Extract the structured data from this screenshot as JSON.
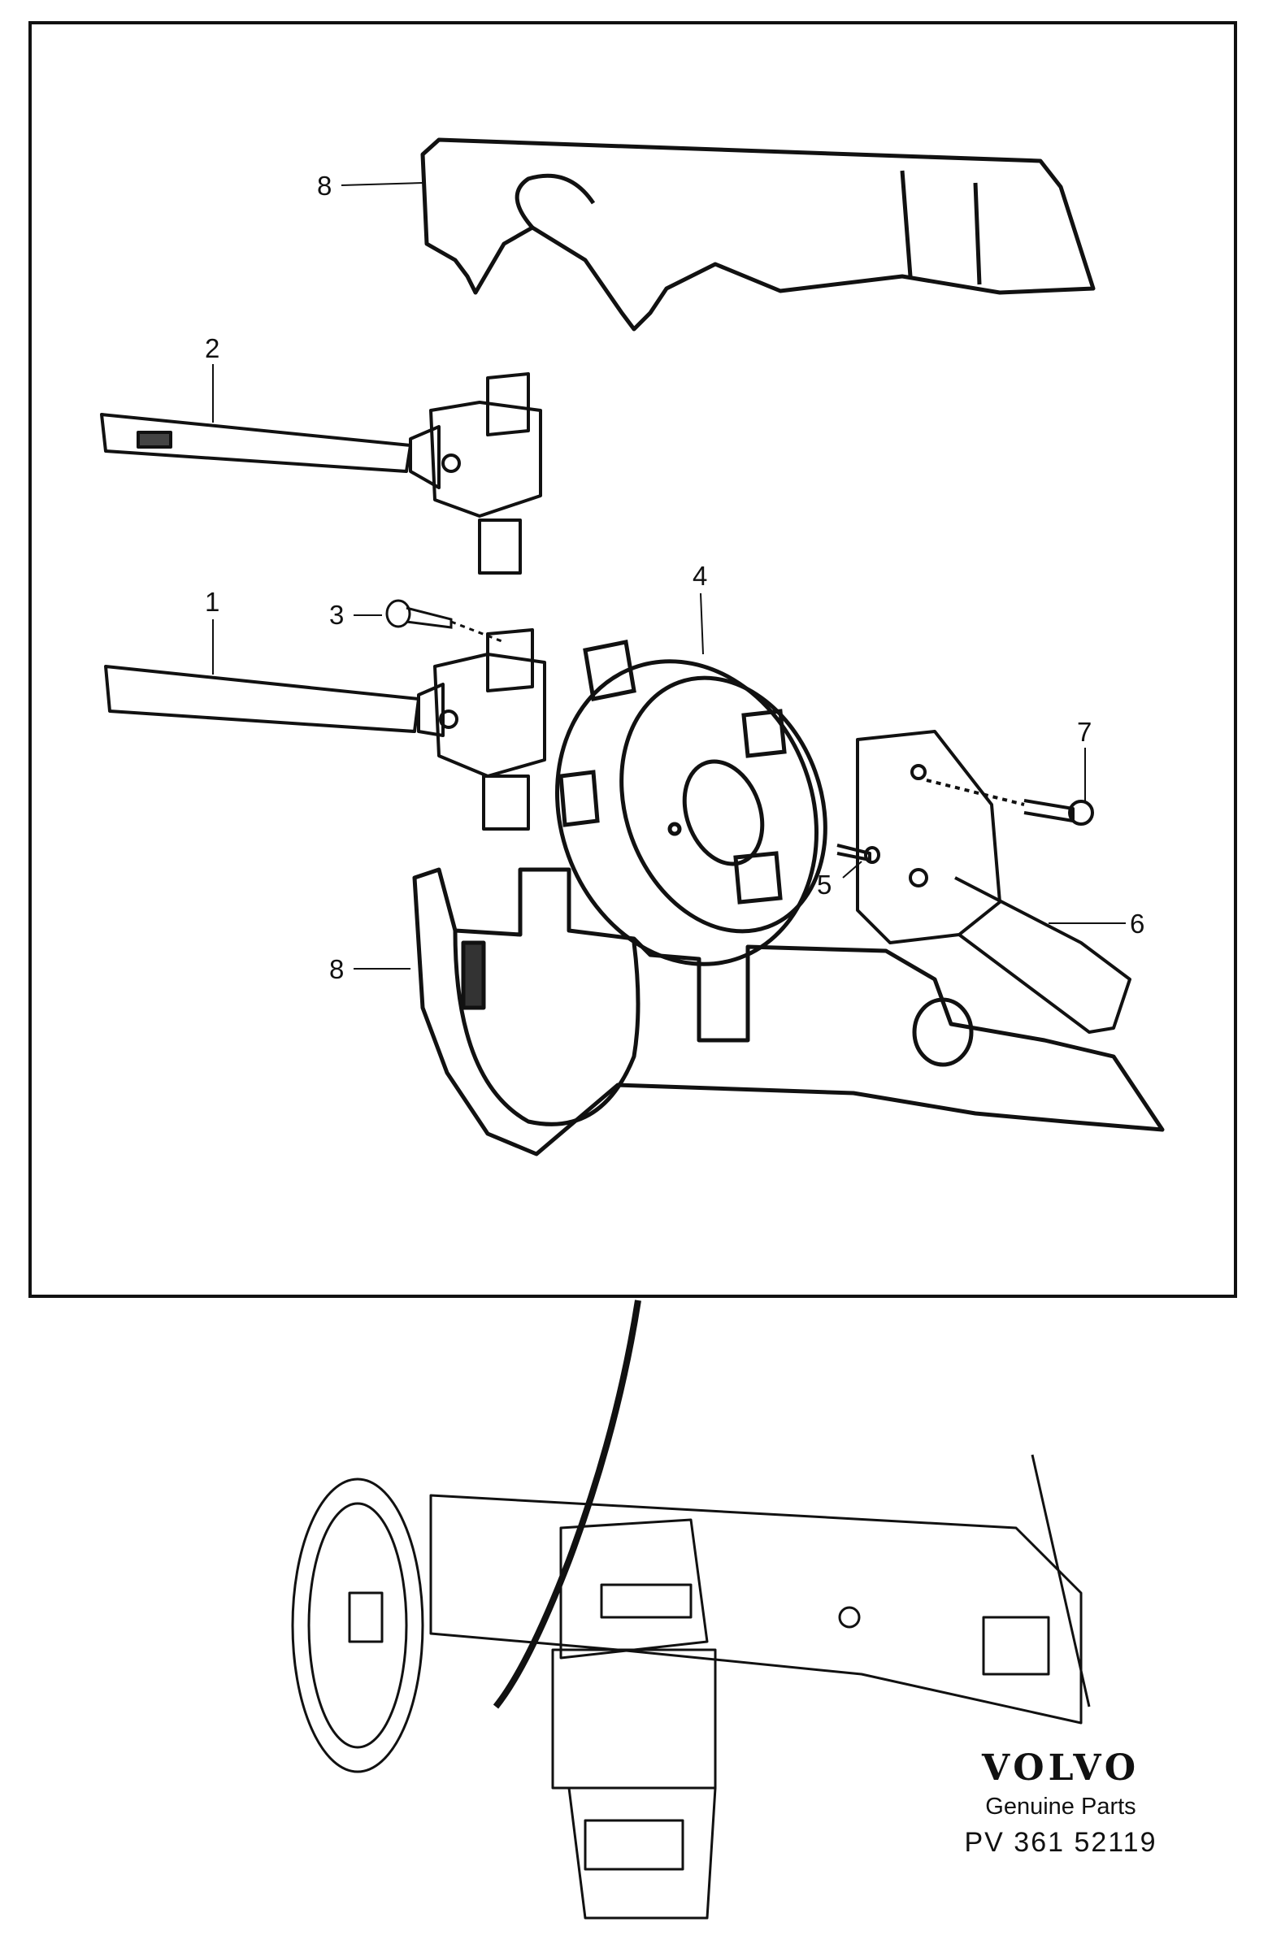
{
  "diagram": {
    "callouts": [
      {
        "id": "8a",
        "text": "8"
      },
      {
        "id": "2",
        "text": "2"
      },
      {
        "id": "3",
        "text": "3"
      },
      {
        "id": "1",
        "text": "1"
      },
      {
        "id": "4",
        "text": "4"
      },
      {
        "id": "7",
        "text": "7"
      },
      {
        "id": "5",
        "text": "5"
      },
      {
        "id": "6",
        "text": "6"
      },
      {
        "id": "8b",
        "text": "8"
      }
    ]
  },
  "footer": {
    "brand": "VOLVO",
    "subtitle": "Genuine Parts",
    "code": "PV 361  52119"
  }
}
